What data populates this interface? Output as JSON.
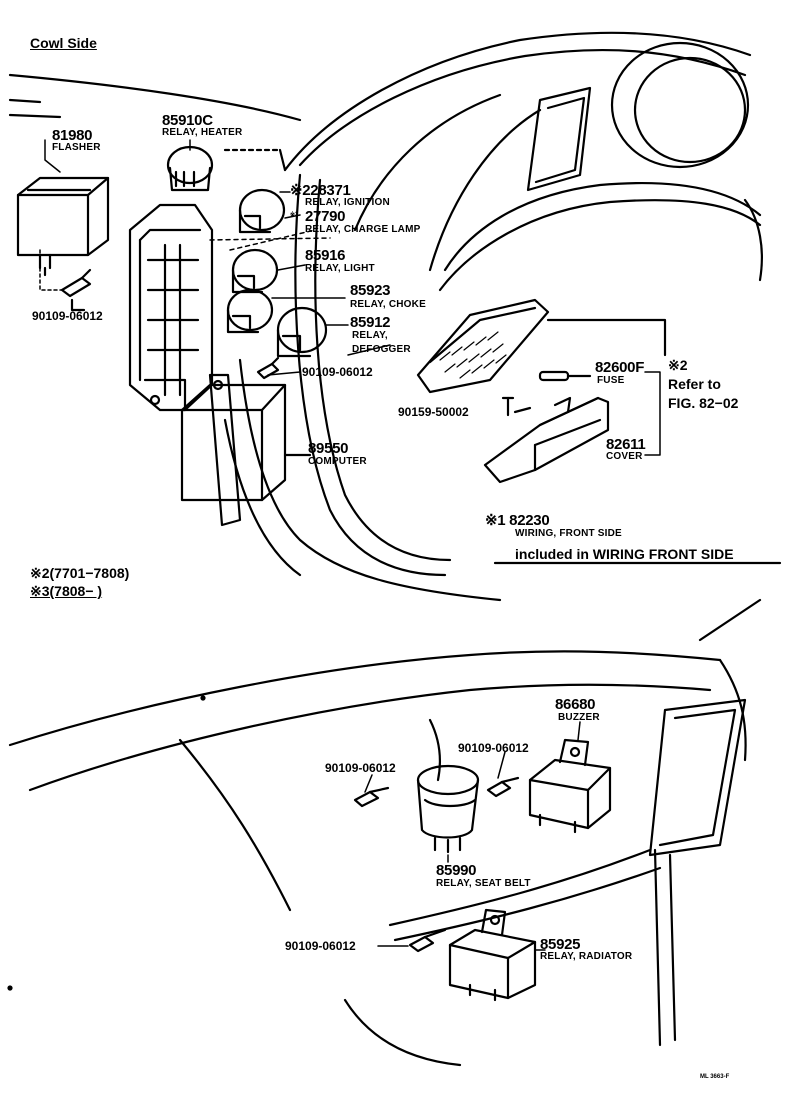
{
  "title": "Cowl Side",
  "parts": {
    "flasher": {
      "no": "81980",
      "name": "FLASHER"
    },
    "relay_heater": {
      "no": "85910C",
      "name": "RELAY, HEATER"
    },
    "relay_ignition": {
      "no": "※228371",
      "name": "RELAY, IGNITION"
    },
    "relay_charge": {
      "no": "27790",
      "prefix": "※3",
      "name": "RELAY, CHARGE LAMP"
    },
    "relay_light": {
      "no": "85916",
      "name": "RELAY, LIGHT"
    },
    "relay_choke": {
      "no": "85923",
      "name": "RELAY, CHOKE"
    },
    "relay_defogger": {
      "no": "85912",
      "name1": "RELAY,",
      "name2": "DEFOGGER"
    },
    "bolt_left": {
      "no": "90109-06012"
    },
    "bolt_mid": {
      "no": "90109-06012"
    },
    "computer": {
      "no": "89550",
      "name": "COMPUTER"
    },
    "fuse": {
      "no": "82600F",
      "name": "FUSE"
    },
    "screw": {
      "no": "90159-50002"
    },
    "cover": {
      "no": "82611",
      "name": "COVER"
    },
    "wiring": {
      "no": "※1 82230",
      "name": "WIRING, FRONT SIDE",
      "note": "included in WIRING FRONT SIDE"
    },
    "buzzer": {
      "no": "86680",
      "name": "BUZZER"
    },
    "bolt_buzzer": {
      "no": "90109-06012"
    },
    "bolt_seatbelt": {
      "no": "90109-06012"
    },
    "relay_seatbelt": {
      "no": "85990",
      "name": "RELAY, SEAT BELT"
    },
    "bolt_radiator": {
      "no": "90109-06012"
    },
    "relay_radiator": {
      "no": "85925",
      "name": "RELAY, RADIATOR"
    }
  },
  "refer": {
    "mark": "※2",
    "line1": "Refer to",
    "line2": "FIG. 82−02"
  },
  "footnotes": {
    "n2": "※2(7701−7808)",
    "n3": "※3(7808−        )"
  },
  "code": "ML 3663-F"
}
